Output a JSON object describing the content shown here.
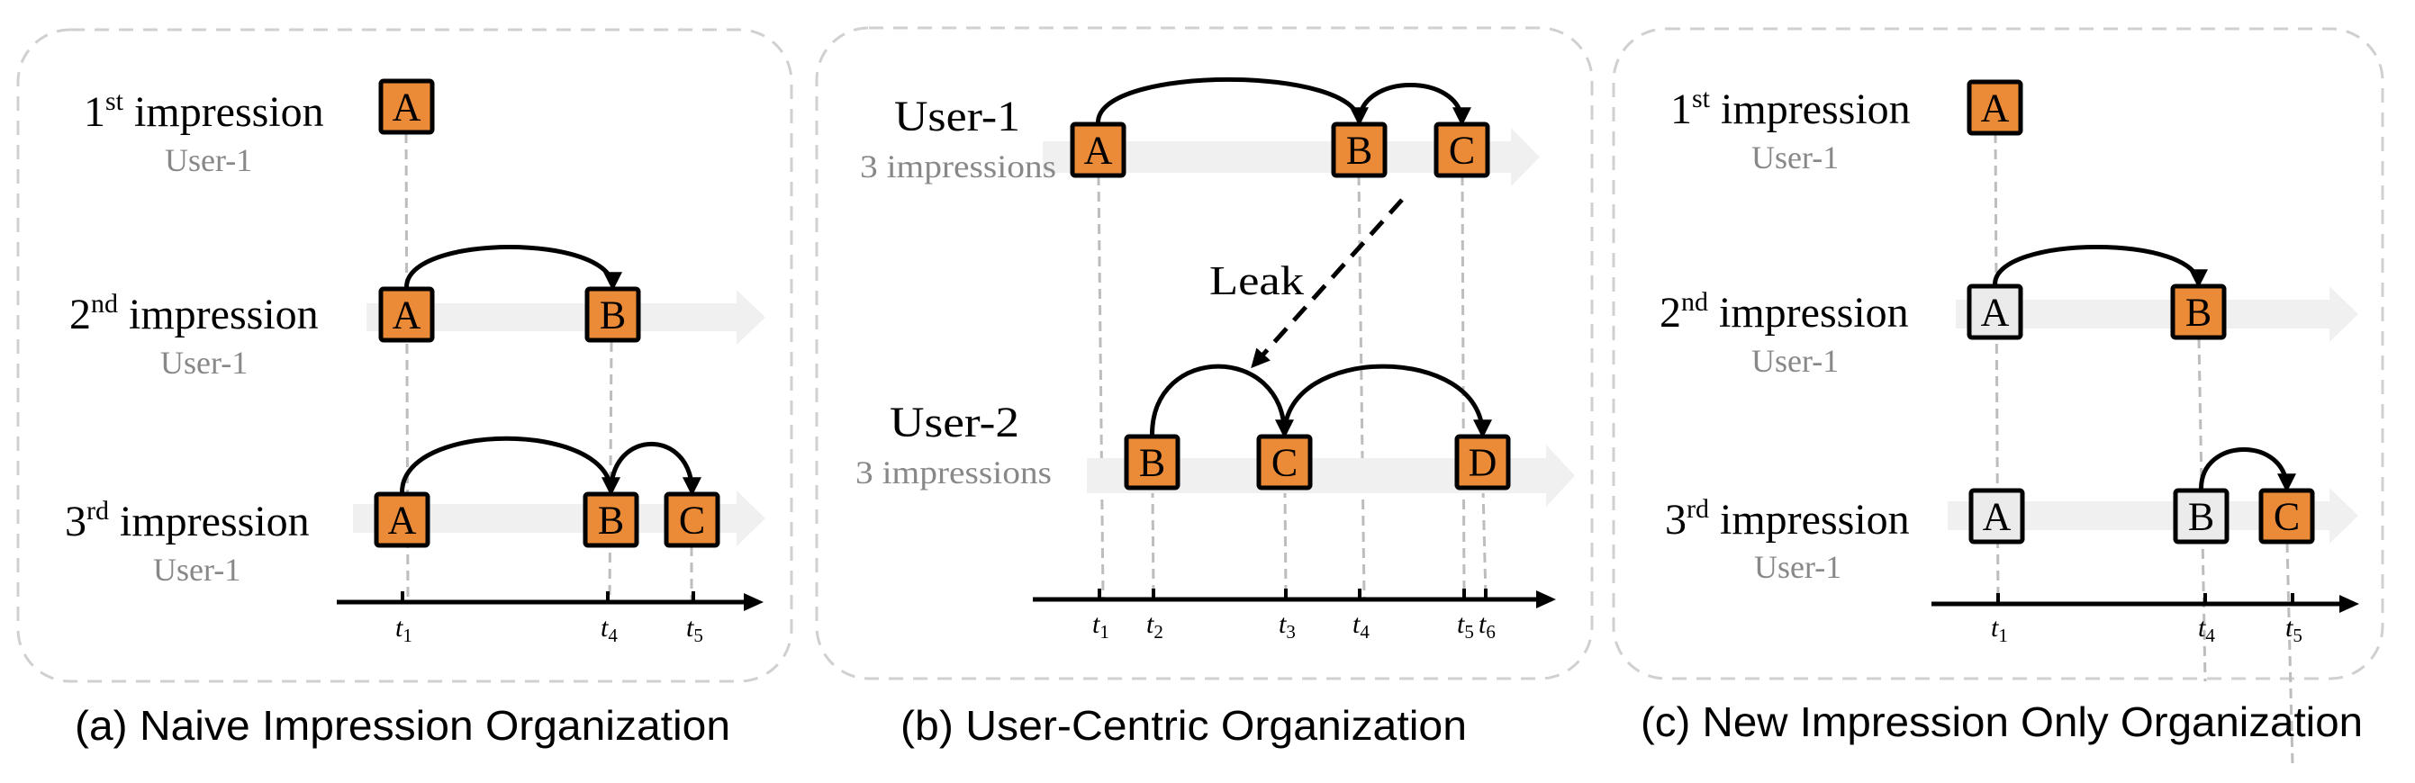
{
  "colors": {
    "new_item": "#EC8B37",
    "old_item": "#EBEBEB",
    "item_border": "#000000",
    "band": "#F0F0F0",
    "muted_text": "#888888",
    "frame": "#D0D0D0"
  },
  "panels": [
    {
      "id": "a",
      "caption": "(a) Naive Impression Organization",
      "rows": [
        {
          "title_num": "1",
          "title_sup": "st",
          "title_word": " impression",
          "subtitle": "User-1",
          "items": [
            {
              "label": "A",
              "state": "new",
              "time": "t1"
            }
          ],
          "arcs": []
        },
        {
          "title_num": "2",
          "title_sup": "nd",
          "title_word": " impression",
          "subtitle": "User-1",
          "items": [
            {
              "label": "A",
              "state": "new",
              "time": "t1"
            },
            {
              "label": "B",
              "state": "new",
              "time": "t4"
            }
          ],
          "arcs": [
            [
              "A",
              "B"
            ]
          ]
        },
        {
          "title_num": "3",
          "title_sup": "rd",
          "title_word": " impression",
          "subtitle": "User-1",
          "items": [
            {
              "label": "A",
              "state": "new",
              "time": "t1"
            },
            {
              "label": "B",
              "state": "new",
              "time": "t4"
            },
            {
              "label": "C",
              "state": "new",
              "time": "t5"
            }
          ],
          "arcs": [
            [
              "A",
              "B"
            ],
            [
              "B",
              "C"
            ]
          ]
        }
      ],
      "axis_ticks": [
        {
          "base": "t",
          "sub": "1"
        },
        {
          "base": "t",
          "sub": "4"
        },
        {
          "base": "t",
          "sub": "5"
        }
      ]
    },
    {
      "id": "b",
      "caption": "(b) User-Centric Organization",
      "rows": [
        {
          "title": "User-1",
          "subtitle": "3 impressions",
          "items": [
            {
              "label": "A",
              "state": "new",
              "time": "t1"
            },
            {
              "label": "B",
              "state": "new",
              "time": "t4"
            },
            {
              "label": "C",
              "state": "new",
              "time": "t5"
            }
          ],
          "arcs": [
            [
              "A",
              "B"
            ],
            [
              "B",
              "C"
            ]
          ]
        },
        {
          "title": "User-2",
          "subtitle": "3 impressions",
          "items": [
            {
              "label": "B",
              "state": "new",
              "time": "t2"
            },
            {
              "label": "C",
              "state": "new",
              "time": "t3"
            },
            {
              "label": "D",
              "state": "new",
              "time": "t6"
            }
          ],
          "arcs": [
            [
              "B",
              "C"
            ],
            [
              "C",
              "D"
            ]
          ]
        }
      ],
      "leak_label": "Leak",
      "axis_ticks": [
        {
          "base": "t",
          "sub": "1"
        },
        {
          "base": "t",
          "sub": "2"
        },
        {
          "base": "t",
          "sub": "3"
        },
        {
          "base": "t",
          "sub": "4"
        },
        {
          "base": "t",
          "sub": "5"
        },
        {
          "base": "t",
          "sub": "6"
        }
      ]
    },
    {
      "id": "c",
      "caption": "(c) New Impression Only Organization",
      "rows": [
        {
          "title_num": "1",
          "title_sup": "st",
          "title_word": " impression",
          "subtitle": "User-1",
          "items": [
            {
              "label": "A",
              "state": "new",
              "time": "t1"
            }
          ],
          "arcs": []
        },
        {
          "title_num": "2",
          "title_sup": "nd",
          "title_word": " impression",
          "subtitle": "User-1",
          "items": [
            {
              "label": "A",
              "state": "old",
              "time": "t1"
            },
            {
              "label": "B",
              "state": "new",
              "time": "t4"
            }
          ],
          "arcs": [
            [
              "A",
              "B"
            ]
          ]
        },
        {
          "title_num": "3",
          "title_sup": "rd",
          "title_word": " impression",
          "subtitle": "User-1",
          "items": [
            {
              "label": "A",
              "state": "old",
              "time": "t1"
            },
            {
              "label": "B",
              "state": "old",
              "time": "t4"
            },
            {
              "label": "C",
              "state": "new",
              "time": "t5"
            }
          ],
          "arcs": [
            [
              "B",
              "C"
            ]
          ]
        }
      ],
      "axis_ticks": [
        {
          "base": "t",
          "sub": "1"
        },
        {
          "base": "t",
          "sub": "4"
        },
        {
          "base": "t",
          "sub": "5"
        }
      ]
    }
  ]
}
